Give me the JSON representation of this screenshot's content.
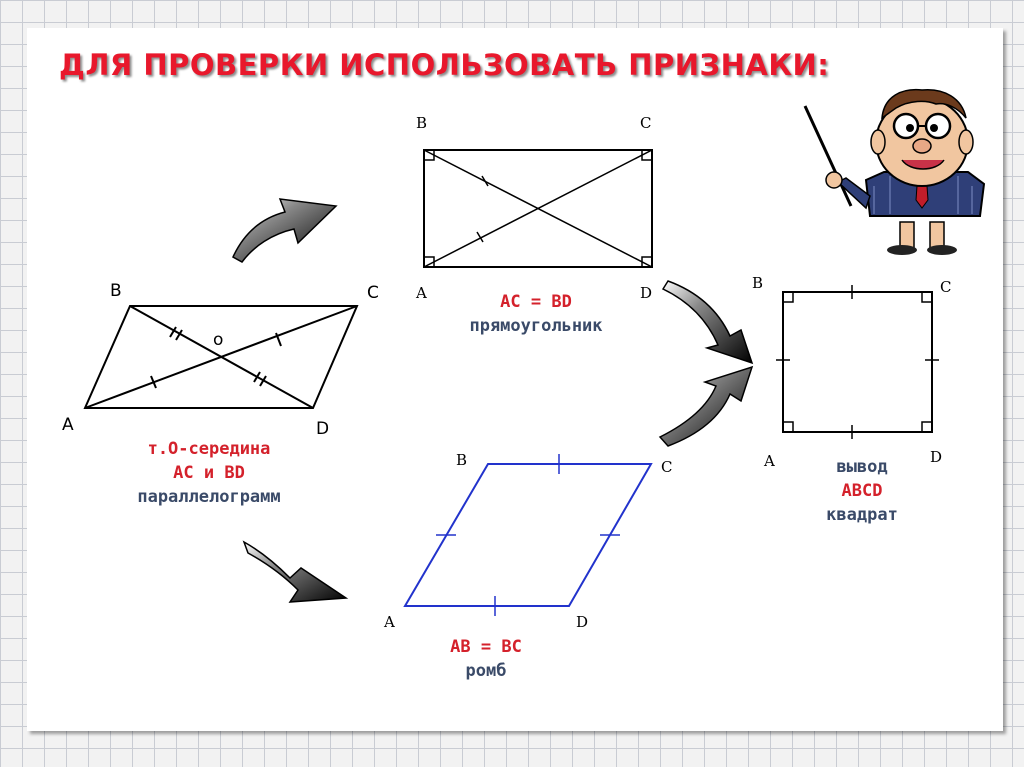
{
  "title": "ДЛЯ ПРОВЕРКИ ИСПОЛЬЗОВАТЬ ПРИЗНАКИ:",
  "parallelogram": {
    "labels": {
      "A": "A",
      "B": "B",
      "C": "C",
      "D": "D",
      "O": "o"
    },
    "caption": {
      "line1": "т.О-середина",
      "line2": "АС и BD",
      "line3": "параллелограмм"
    }
  },
  "rectangle": {
    "labels": {
      "A": "A",
      "B": "B",
      "C": "C",
      "D": "D"
    },
    "caption": {
      "line1": "AC = BD",
      "line2": "прямоугольник"
    }
  },
  "rhombus": {
    "labels": {
      "A": "A",
      "B": "B",
      "C": "C",
      "D": "D"
    },
    "caption": {
      "line1": "AB = BC",
      "line2": "ромб"
    }
  },
  "square": {
    "labels": {
      "A": "A",
      "B": "B",
      "C": "C",
      "D": "D"
    },
    "caption": {
      "line1": "вывод",
      "line2": "ABCD",
      "line3": "квадрат"
    }
  },
  "colors": {
    "title": "#e8182c",
    "caption_red": "#d4212b",
    "caption_dark": "#3a4a68",
    "rhombus_line": "#2233cc"
  },
  "icons": {
    "teacher": "teacher-with-pointer-icon",
    "arrow": "curved-arrow-icon"
  }
}
